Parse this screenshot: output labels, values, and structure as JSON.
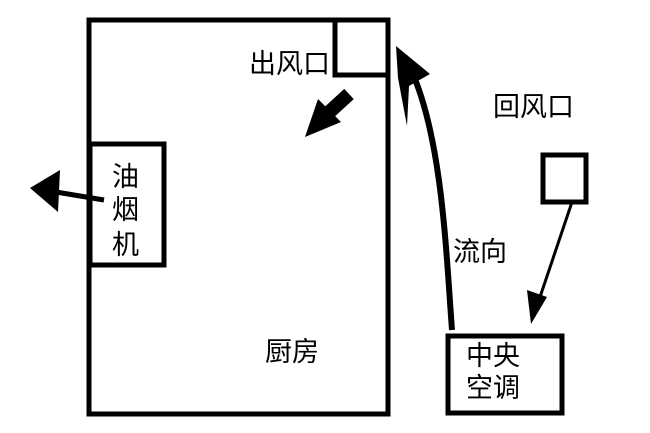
{
  "labels": {
    "outlet": "出风口",
    "return_vent": "回风口",
    "flow_direction": "流向",
    "kitchen": "厨房",
    "hood_line1": "油",
    "hood_line2": "烟",
    "hood_line3": "机",
    "ac_line1": "中央",
    "ac_line2": "空调"
  },
  "colors": {
    "stroke": "#000000",
    "background": "#ffffff"
  }
}
